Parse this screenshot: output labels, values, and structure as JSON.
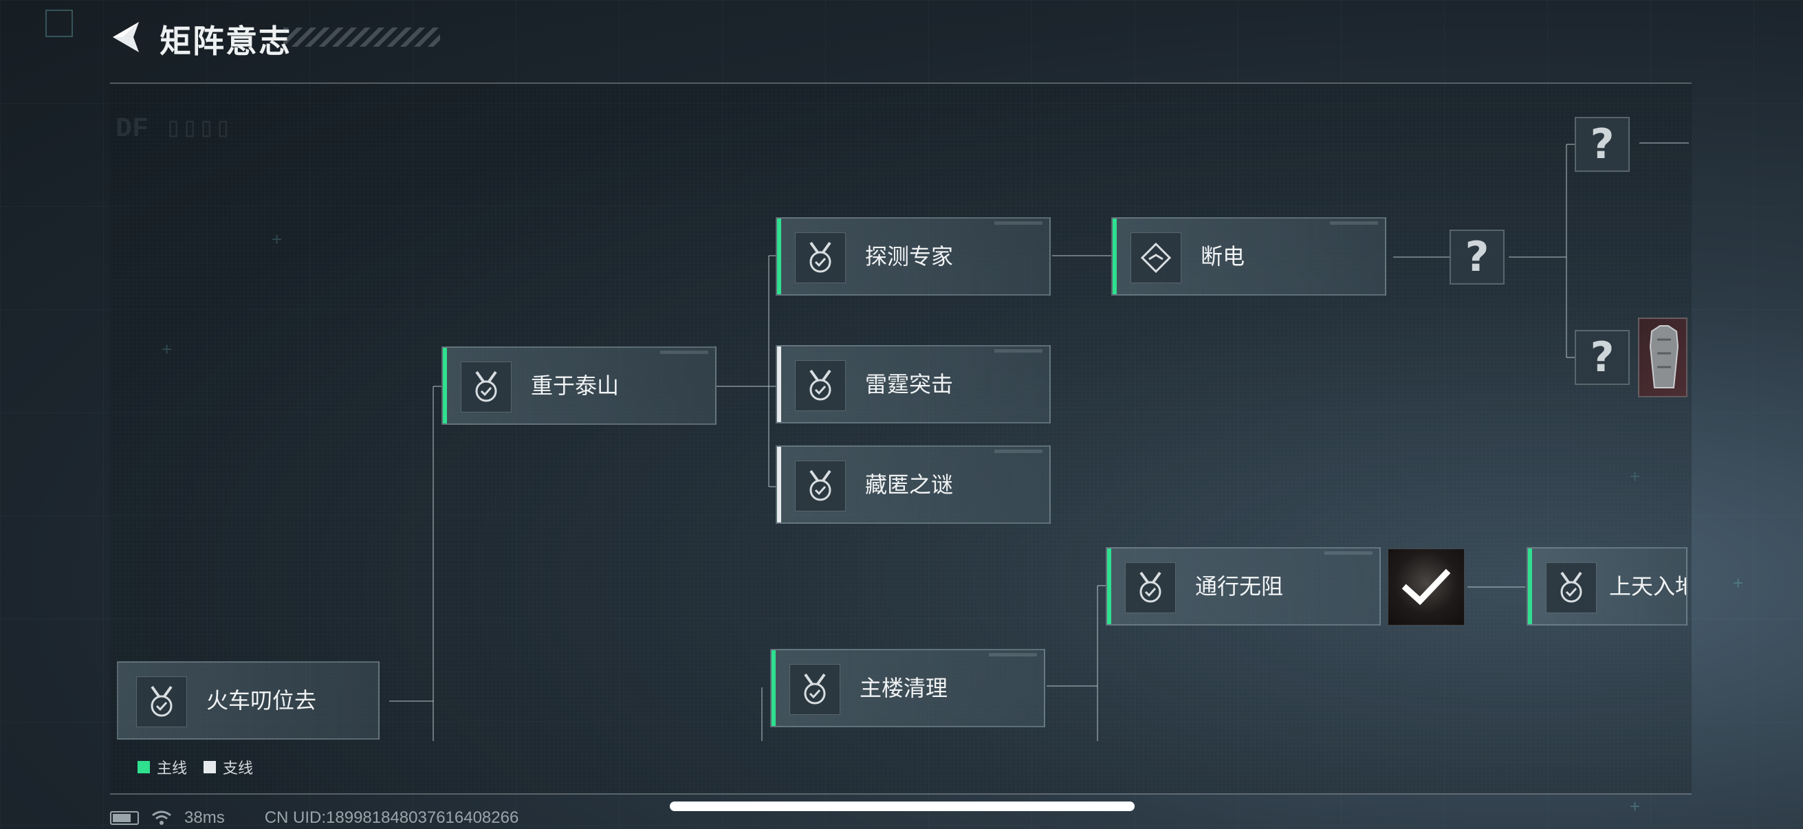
{
  "header": {
    "title": "矩阵意志"
  },
  "nodes": {
    "huoche": "火车叨位去",
    "zhongyu": "重于泰山",
    "tance": "探测专家",
    "leiting": "雷霆突击",
    "cangni": "藏匿之谜",
    "duandian": "断电",
    "tongxing": "通行无阻",
    "shangtian": "上天入地",
    "zhulou": "主楼清理"
  },
  "unknown_mark": "?",
  "legend": {
    "main": "主线",
    "side": "支线"
  },
  "status": {
    "ping": "38ms",
    "uid": "CN UID:1899818480376164082​66"
  },
  "colors": {
    "main": "#2fe08f",
    "side": "#e6eaec"
  }
}
